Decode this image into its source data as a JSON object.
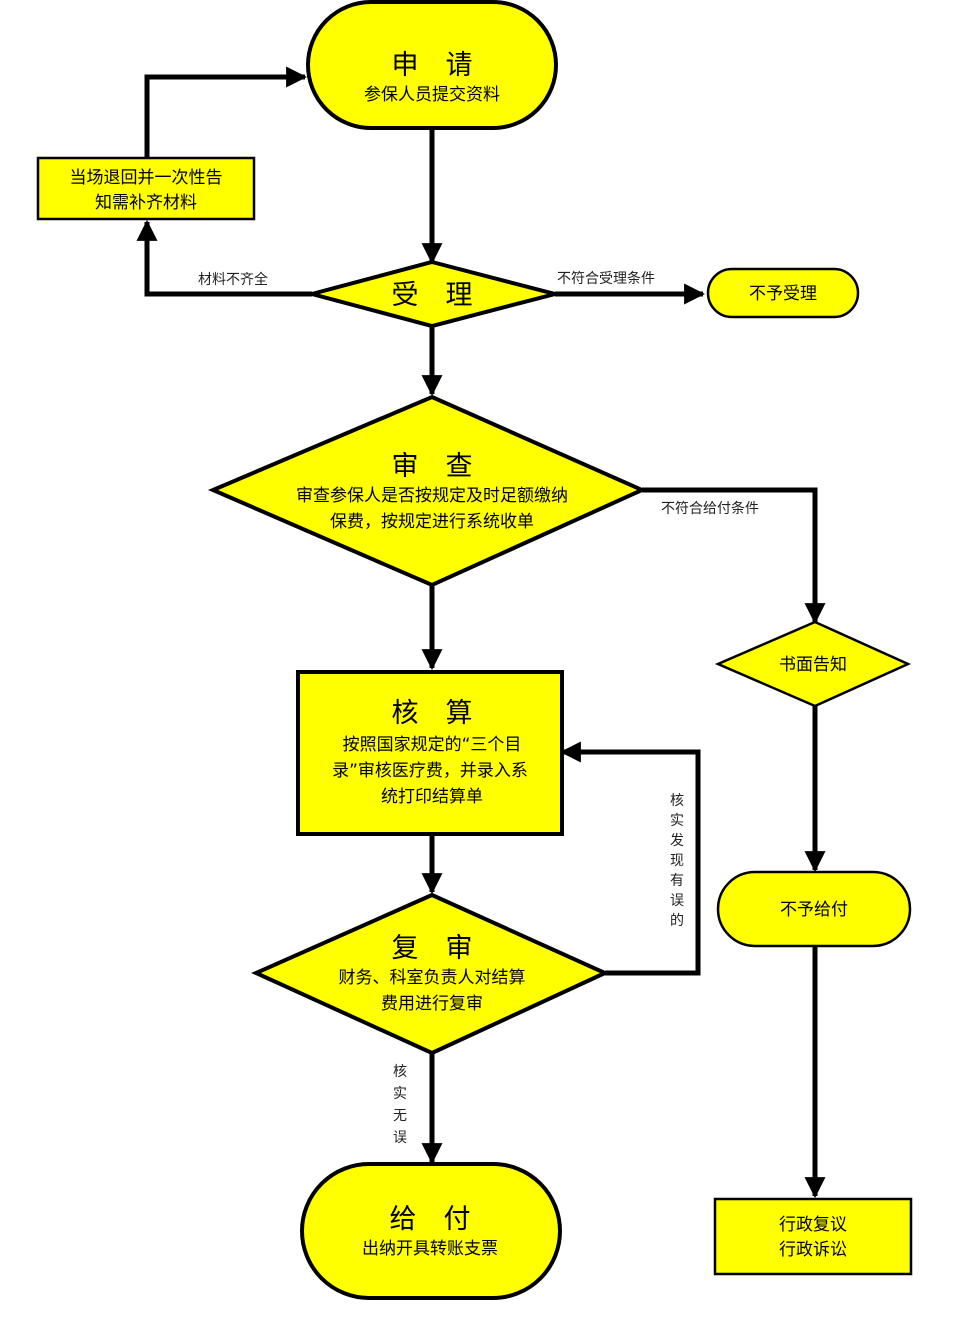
{
  "colors": {
    "fill": "#ffff00",
    "stroke": "#000000",
    "background": "#ffffff"
  },
  "nodes": {
    "apply": {
      "title": "申　请",
      "body": [
        "参保人员提交资料"
      ]
    },
    "return_notice": {
      "body": [
        "当场退回并一次性告",
        "知需补齐材料"
      ]
    },
    "accept": {
      "title": "受　理"
    },
    "reject_accept": {
      "body": [
        "不予受理"
      ]
    },
    "review": {
      "title": "审　查",
      "body": [
        "审查参保人是否按规定及时足额缴纳",
        "保费，按规定进行系统收单"
      ]
    },
    "written_notice": {
      "body": [
        "书面告知"
      ]
    },
    "calculate": {
      "title": "核　算",
      "body": [
        "按照国家规定的“三个目",
        "录”审核医疗费，并录入系",
        "统打印结算单"
      ]
    },
    "no_pay": {
      "body": [
        "不予给付"
      ]
    },
    "recheck": {
      "title": "复　审",
      "body": [
        "财务、科室负责人对结算",
        "费用进行复审"
      ]
    },
    "pay": {
      "title": "给　付",
      "body": [
        "出纳开具转账支票"
      ]
    },
    "admin_remedy": {
      "body": [
        "行政复议",
        "行政诉讼"
      ]
    }
  },
  "edges": {
    "incomplete": "材料不齐全",
    "not_eligible_accept": "不符合受理条件",
    "not_eligible_pay": "不符合给付条件",
    "error_found": [
      "核",
      "实",
      "发",
      "现",
      "有",
      "误",
      "的"
    ],
    "verified_ok": [
      "核",
      "实",
      "无",
      "误"
    ]
  }
}
